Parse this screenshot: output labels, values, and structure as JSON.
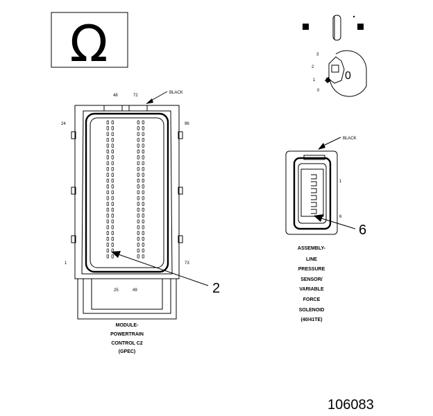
{
  "ohm_symbol": "Ω",
  "connector_c2": {
    "pin_labels": {
      "top_left": "48",
      "top_right": "72",
      "left": "24",
      "right": "96",
      "bottom_left_side": "1",
      "bottom_right_side": "73",
      "bottom_left": "25",
      "bottom_right": "49"
    },
    "color_label": "BLACK",
    "callout": "2",
    "caption": [
      "MODULE-",
      "POWERTRAIN",
      "CONTROL C2",
      "(GPEC)"
    ]
  },
  "ignition_key": {
    "positions": [
      "3",
      "2",
      "1",
      "0"
    ],
    "key_mark": "0"
  },
  "connector_sensor": {
    "color_label": "BLACK",
    "pin_first": "1",
    "pin_last": "6",
    "callout": "6",
    "caption": [
      "ASSEMBLY-",
      "LINE",
      "PRESSURE",
      "SENSOR/",
      "VARIABLE",
      "FORCE",
      "SOLENOID",
      "(40/41TE)"
    ]
  },
  "figure_number": "106083"
}
